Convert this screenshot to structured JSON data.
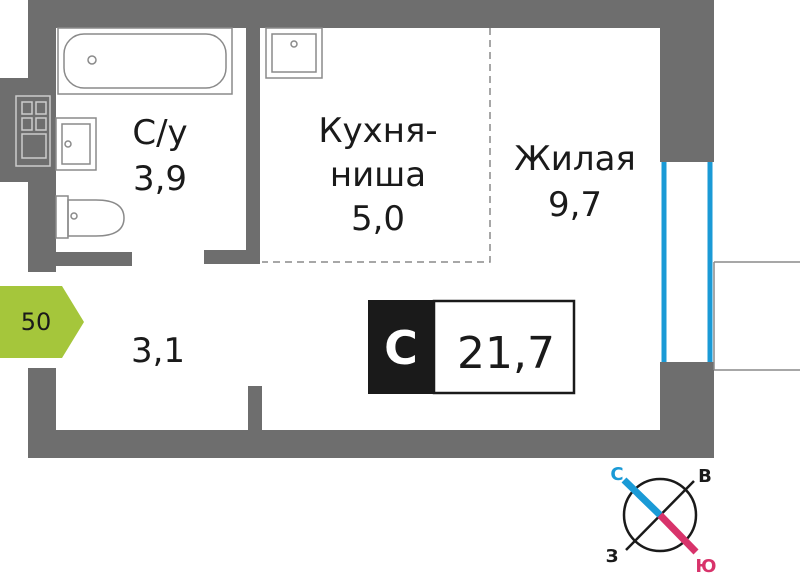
{
  "rooms": {
    "bathroom": {
      "name": "С/у",
      "area": "3,9"
    },
    "kitchen": {
      "name_line1": "Кухня-",
      "name_line2": "ниша",
      "area": "5,0"
    },
    "living": {
      "name": "Жилая",
      "area": "9,7"
    },
    "hallway": {
      "area": "3,1"
    }
  },
  "apartment": {
    "number": "50",
    "type": "С",
    "total_area": "21,7"
  },
  "compass": {
    "north": "С",
    "east": "В",
    "west": "З",
    "south": "Ю"
  },
  "colors": {
    "wall": "#6e6e6e",
    "badge": "#a5c63b",
    "window": "#1a9ad6",
    "type_box": "#1a1a1a",
    "compass_north": "#1a9ad6",
    "compass_south": "#d8336b",
    "fixture": "#8a8a8a"
  },
  "icons": [
    "bathtub-icon",
    "sink-icon",
    "toilet-icon",
    "washing-machine-icon",
    "kitchen-sink-icon",
    "compass-icon"
  ]
}
